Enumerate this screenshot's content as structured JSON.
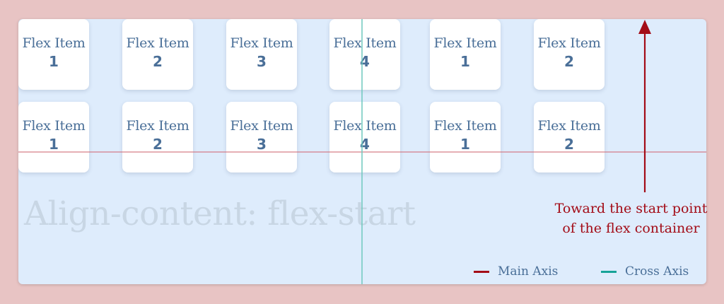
{
  "colors": {
    "page_background": "#e8c4c4",
    "container_background": "#deecfc",
    "item_text": "#4a6f98",
    "main_axis": "#a30c17",
    "cross_axis": "#17a398",
    "annotation": "#a30c17"
  },
  "rows": [
    {
      "items": [
        {
          "label": "Flex Item",
          "number": "1"
        },
        {
          "label": "Flex Item",
          "number": "2"
        },
        {
          "label": "Flex Item",
          "number": "3"
        },
        {
          "label": "Flex Item",
          "number": "4"
        },
        {
          "label": "Flex Item",
          "number": "1"
        },
        {
          "label": "Flex Item",
          "number": "2"
        }
      ]
    },
    {
      "items": [
        {
          "label": "Flex Item",
          "number": "1"
        },
        {
          "label": "Flex Item",
          "number": "2"
        },
        {
          "label": "Flex Item",
          "number": "3"
        },
        {
          "label": "Flex Item",
          "number": "4"
        },
        {
          "label": "Flex Item",
          "number": "1"
        },
        {
          "label": "Flex Item",
          "number": "2"
        }
      ]
    }
  ],
  "watermark": "Align-content: flex-start",
  "annotation": {
    "line1": "Toward the start point",
    "line2": "of the flex container"
  },
  "legend": {
    "main_axis": "Main Axis",
    "cross_axis": "Cross Axis"
  }
}
